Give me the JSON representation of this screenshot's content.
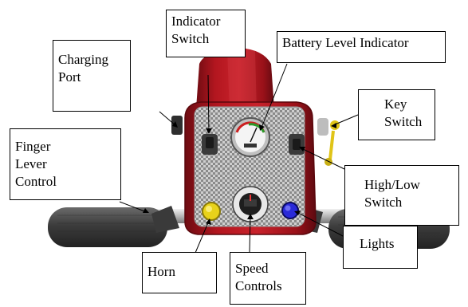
{
  "diagram": {
    "subject": "mobility scooter tiller control panel",
    "callouts": {
      "indicator_switch": {
        "line1": "Indicator",
        "line2": "Switch"
      },
      "battery_level": {
        "line1": "Battery Level Indicator"
      },
      "charging_port": {
        "line1": "Charging",
        "line2": "Port"
      },
      "key_switch": {
        "line1": "Key",
        "line2": "Switch"
      },
      "finger_lever": {
        "line1": "Finger",
        "line2": "Lever",
        "line3": "Control"
      },
      "high_low_switch": {
        "line1": "High/Low",
        "line2": "Switch"
      },
      "lights": {
        "line1": "Lights"
      },
      "horn": {
        "line1": "Horn"
      },
      "speed_controls": {
        "line1": "Speed",
        "line2": "Controls"
      }
    },
    "colors": {
      "body_red": "#a5141c",
      "panel_gray": "#d6d6d6",
      "grip_gray": "#4a4a4a",
      "horn_button": "#e8d21a",
      "lights_button": "#2a2ad8",
      "key_fob": "#e0c418"
    }
  }
}
